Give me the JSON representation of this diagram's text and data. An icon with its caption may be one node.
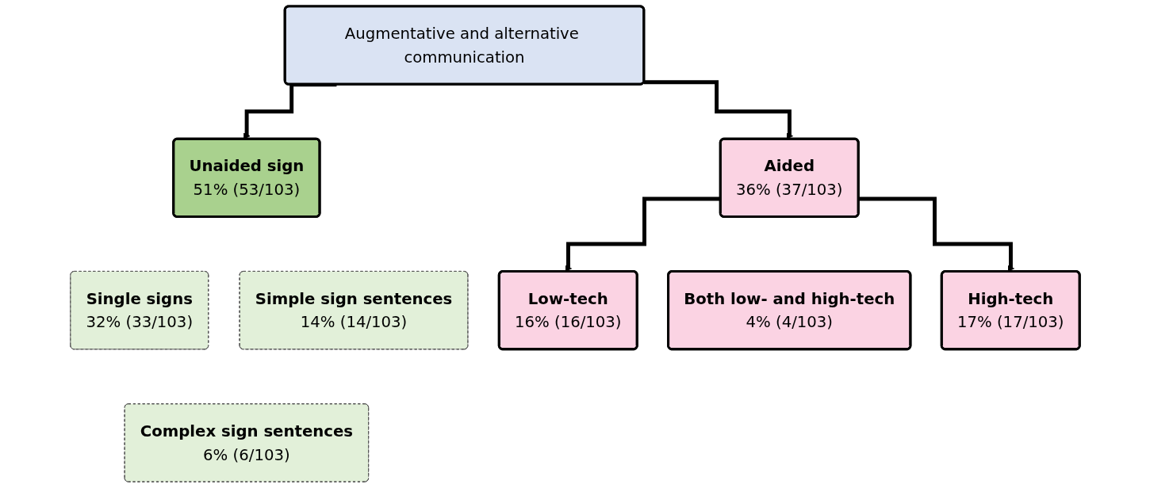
{
  "diagram": {
    "nodes": [
      {
        "text": [
          "Augmentative and alternative communication"
        ]
      },
      {
        "text": [
          "Unaided sign",
          "51% (53/103)"
        ]
      },
      {
        "text": [
          "Single signs",
          "32% (33/103)"
        ]
      },
      {
        "text": [
          "Simple sign sentences",
          "14% (14/103)"
        ]
      },
      {
        "text": [
          "Complex sign sentences",
          "6% (6/103)"
        ]
      },
      {
        "text": [
          "Aided",
          "36% (37/103)"
        ]
      },
      {
        "text": [
          "Low-tech",
          "16% (16/103)"
        ]
      },
      {
        "text": [
          "Both low- and high-tech",
          "4% (4/103)"
        ]
      },
      {
        "text": [
          "High-tech",
          "17% (17/103)"
        ]
      }
    ],
    "edges": [
      {
        "from": 0,
        "to": 1,
        "arrow": "to"
      },
      {
        "from": 0,
        "to": 5,
        "arrow": "to"
      },
      {
        "from": 5,
        "to": 6,
        "arrow": "to"
      },
      {
        "from": 5,
        "to": 8,
        "arrow": "to"
      }
    ]
  }
}
